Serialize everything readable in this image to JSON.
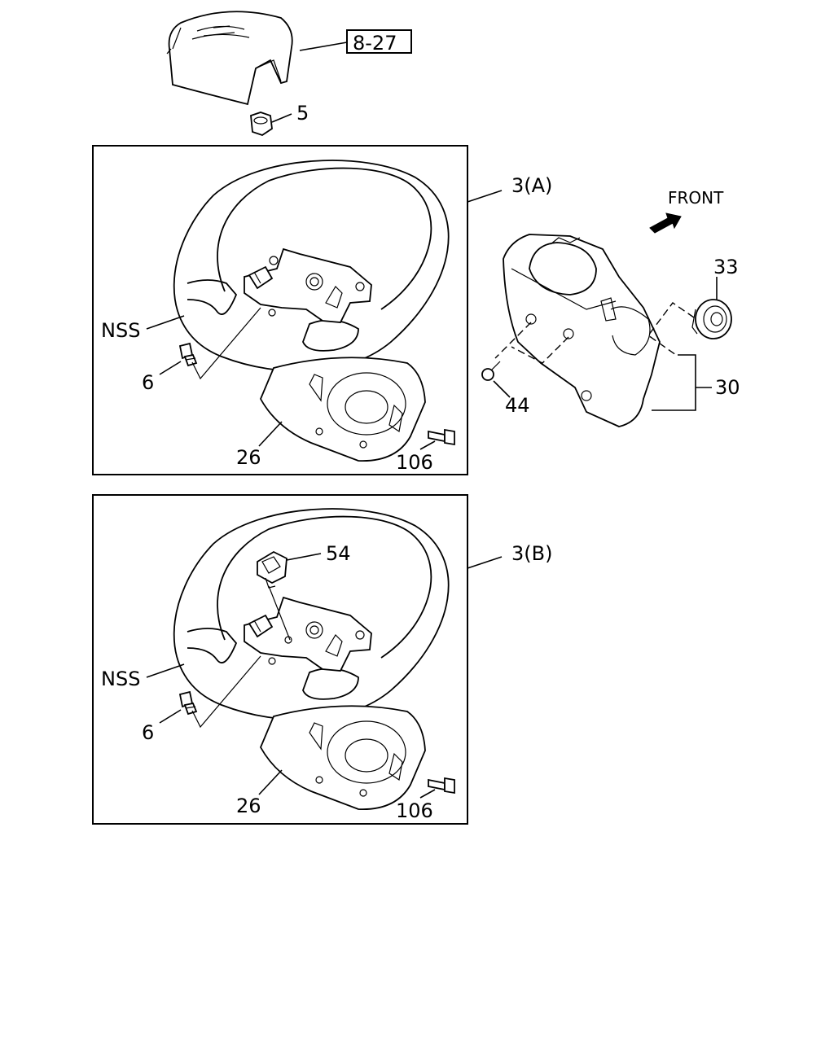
{
  "labels": {
    "ref_8_27": "8-27",
    "p5": "5",
    "p3a": "3(A)",
    "p3b": "3(B)",
    "front": "FRONT",
    "p33": "33",
    "p30": "30",
    "p44": "44",
    "nss_a": "NSS",
    "p6_a": "6",
    "p26_a": "26",
    "p106_a": "106",
    "p54": "54",
    "nss_b": "NSS",
    "p6_b": "6",
    "p26_b": "26",
    "p106_b": "106"
  }
}
